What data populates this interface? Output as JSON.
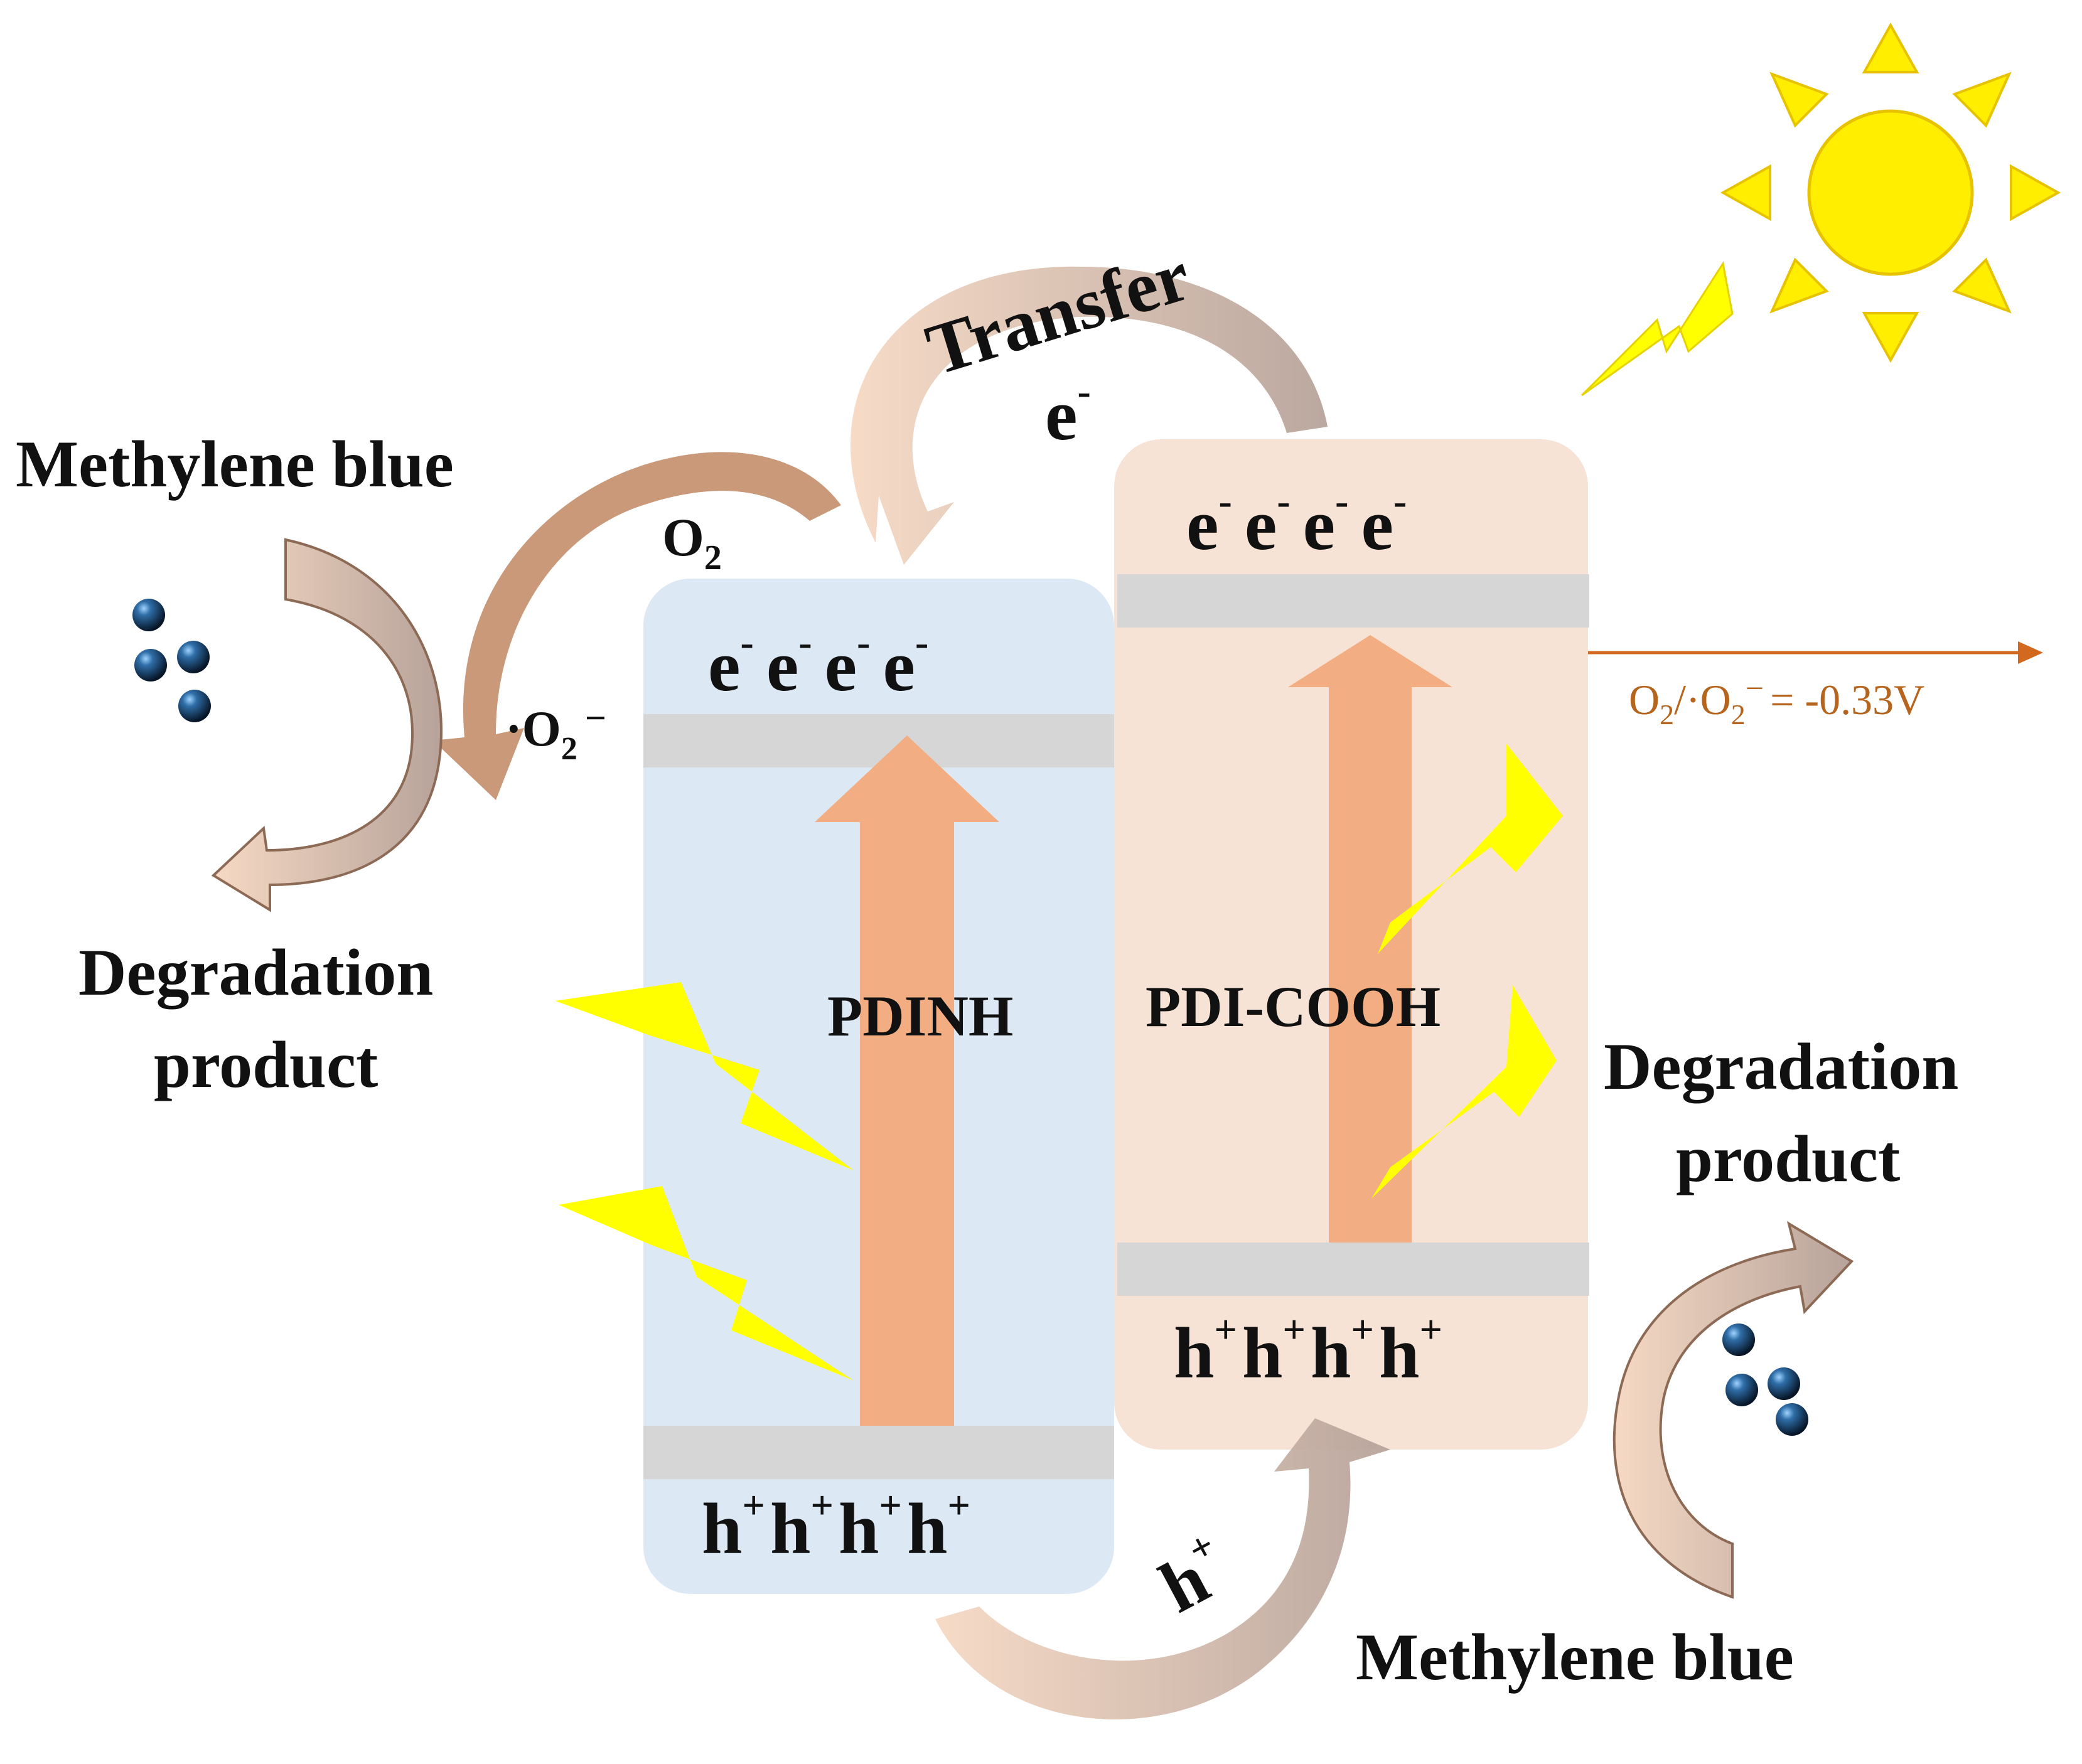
{
  "transfer_label": "Transfer",
  "electron_symbol": "e",
  "minus_sign": "-",
  "hole_symbol": "h",
  "plus_sign": "+",
  "o2_label": "O",
  "o2_subscript": "2",
  "superoxide_dot": "·O",
  "superoxide_subscript": "2",
  "superoxide_charge": "−",
  "pdinh": {
    "label": "PDINH",
    "electrons": [
      "e",
      "e",
      "e",
      "e"
    ],
    "holes": [
      "h",
      "h",
      "h",
      "h"
    ]
  },
  "pdicooh": {
    "label": "PDI-COOH",
    "electrons": [
      "e",
      "e",
      "e",
      "e"
    ],
    "holes": [
      "h",
      "h",
      "h",
      "h"
    ]
  },
  "left_pollutant": "Methylene blue",
  "left_product_line1": "Degradation",
  "left_product_line2": "product",
  "right_product_line1": "Degradation",
  "right_product_line2": "product",
  "right_pollutant": "Methylene blue",
  "potential": {
    "prefix": "O",
    "sub1": "2",
    "middle": "/·O",
    "sub2": "2",
    "charge": "−",
    "value": "= -0.33V"
  },
  "colors": {
    "pdinh_fill": "#dde8f5",
    "pdicooh_fill": "#f7e3d6",
    "band": "#d6d6d6",
    "excitation_arrow": "#f2ae82",
    "lightning": "#ffff00",
    "sun": "#ffee00",
    "potential_line": "#d2691e"
  }
}
